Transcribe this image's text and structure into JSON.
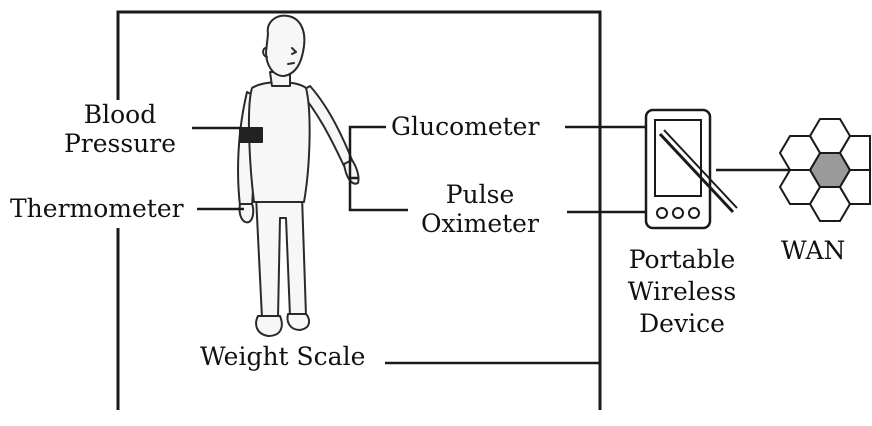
{
  "labels": {
    "blood_pressure_line1": "Blood",
    "blood_pressure_line2": "Pressure",
    "thermometer": "Thermometer",
    "glucometer": "Glucometer",
    "pulse_oximeter_line1": "Pulse",
    "pulse_oximeter_line2": "Oximeter",
    "weight_scale": "Weight Scale",
    "portable_line1": "Portable",
    "portable_line2": "Wireless",
    "portable_line3": "Device",
    "wan": "WAN"
  },
  "icons": {
    "person": "person-figure-icon",
    "device": "pda-device-icon",
    "network": "hexagon-network-icon"
  },
  "colors": {
    "line": "#1a1a1a",
    "figure_fill": "#f7f7f7",
    "hub_fill": "#9a9a9a"
  }
}
